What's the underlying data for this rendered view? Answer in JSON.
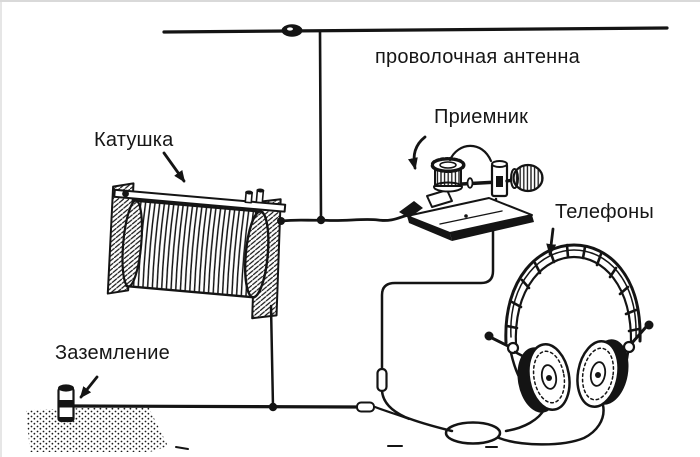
{
  "canvas": {
    "background": "#ffffff",
    "ink": "#141414",
    "frame_line": "#d9d9d9"
  },
  "labels": {
    "antenna": "проволочная антенна",
    "coil": "Катушка",
    "receiver": "Приемник",
    "headphones": "Телефоны",
    "ground": "Заземление"
  }
}
